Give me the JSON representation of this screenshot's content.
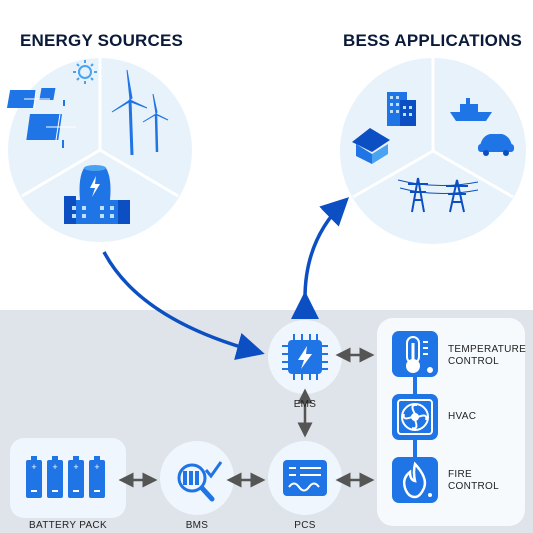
{
  "titles": {
    "energy_sources": "ENERGY SOURCES",
    "bess_applications": "BESS APPLICATIONS"
  },
  "nodes": {
    "ems": "EMS",
    "pcs": "PCS",
    "bms": "BMS",
    "battery_pack": "BATTERY PACK"
  },
  "systems": {
    "temperature_control": [
      "TEMPERATURE",
      "CONTROL"
    ],
    "hvac": "HVAC",
    "fire_control": [
      "FIRE",
      "CONTROL"
    ]
  },
  "colors": {
    "primary_blue": "#1f74e6",
    "dark_blue": "#0b4fc2",
    "panel_gray": "#dfe3ea",
    "circle_fill": "#e8f2fb",
    "arrow_gray": "#555555"
  },
  "icons": {
    "energy_sources": [
      "solar-panel-icon",
      "sun-icon",
      "wind-turbine-icon",
      "power-plant-icon"
    ],
    "bess_applications": [
      "office-building-icon",
      "ship-icon",
      "car-icon",
      "house-icon",
      "transmission-tower-icon"
    ],
    "nodes": [
      "chip-bolt-icon",
      "inverter-screen-icon",
      "magnifier-check-icon",
      "battery-cells-icon"
    ],
    "systems": [
      "thermometer-icon",
      "fan-icon",
      "flame-icon"
    ]
  }
}
